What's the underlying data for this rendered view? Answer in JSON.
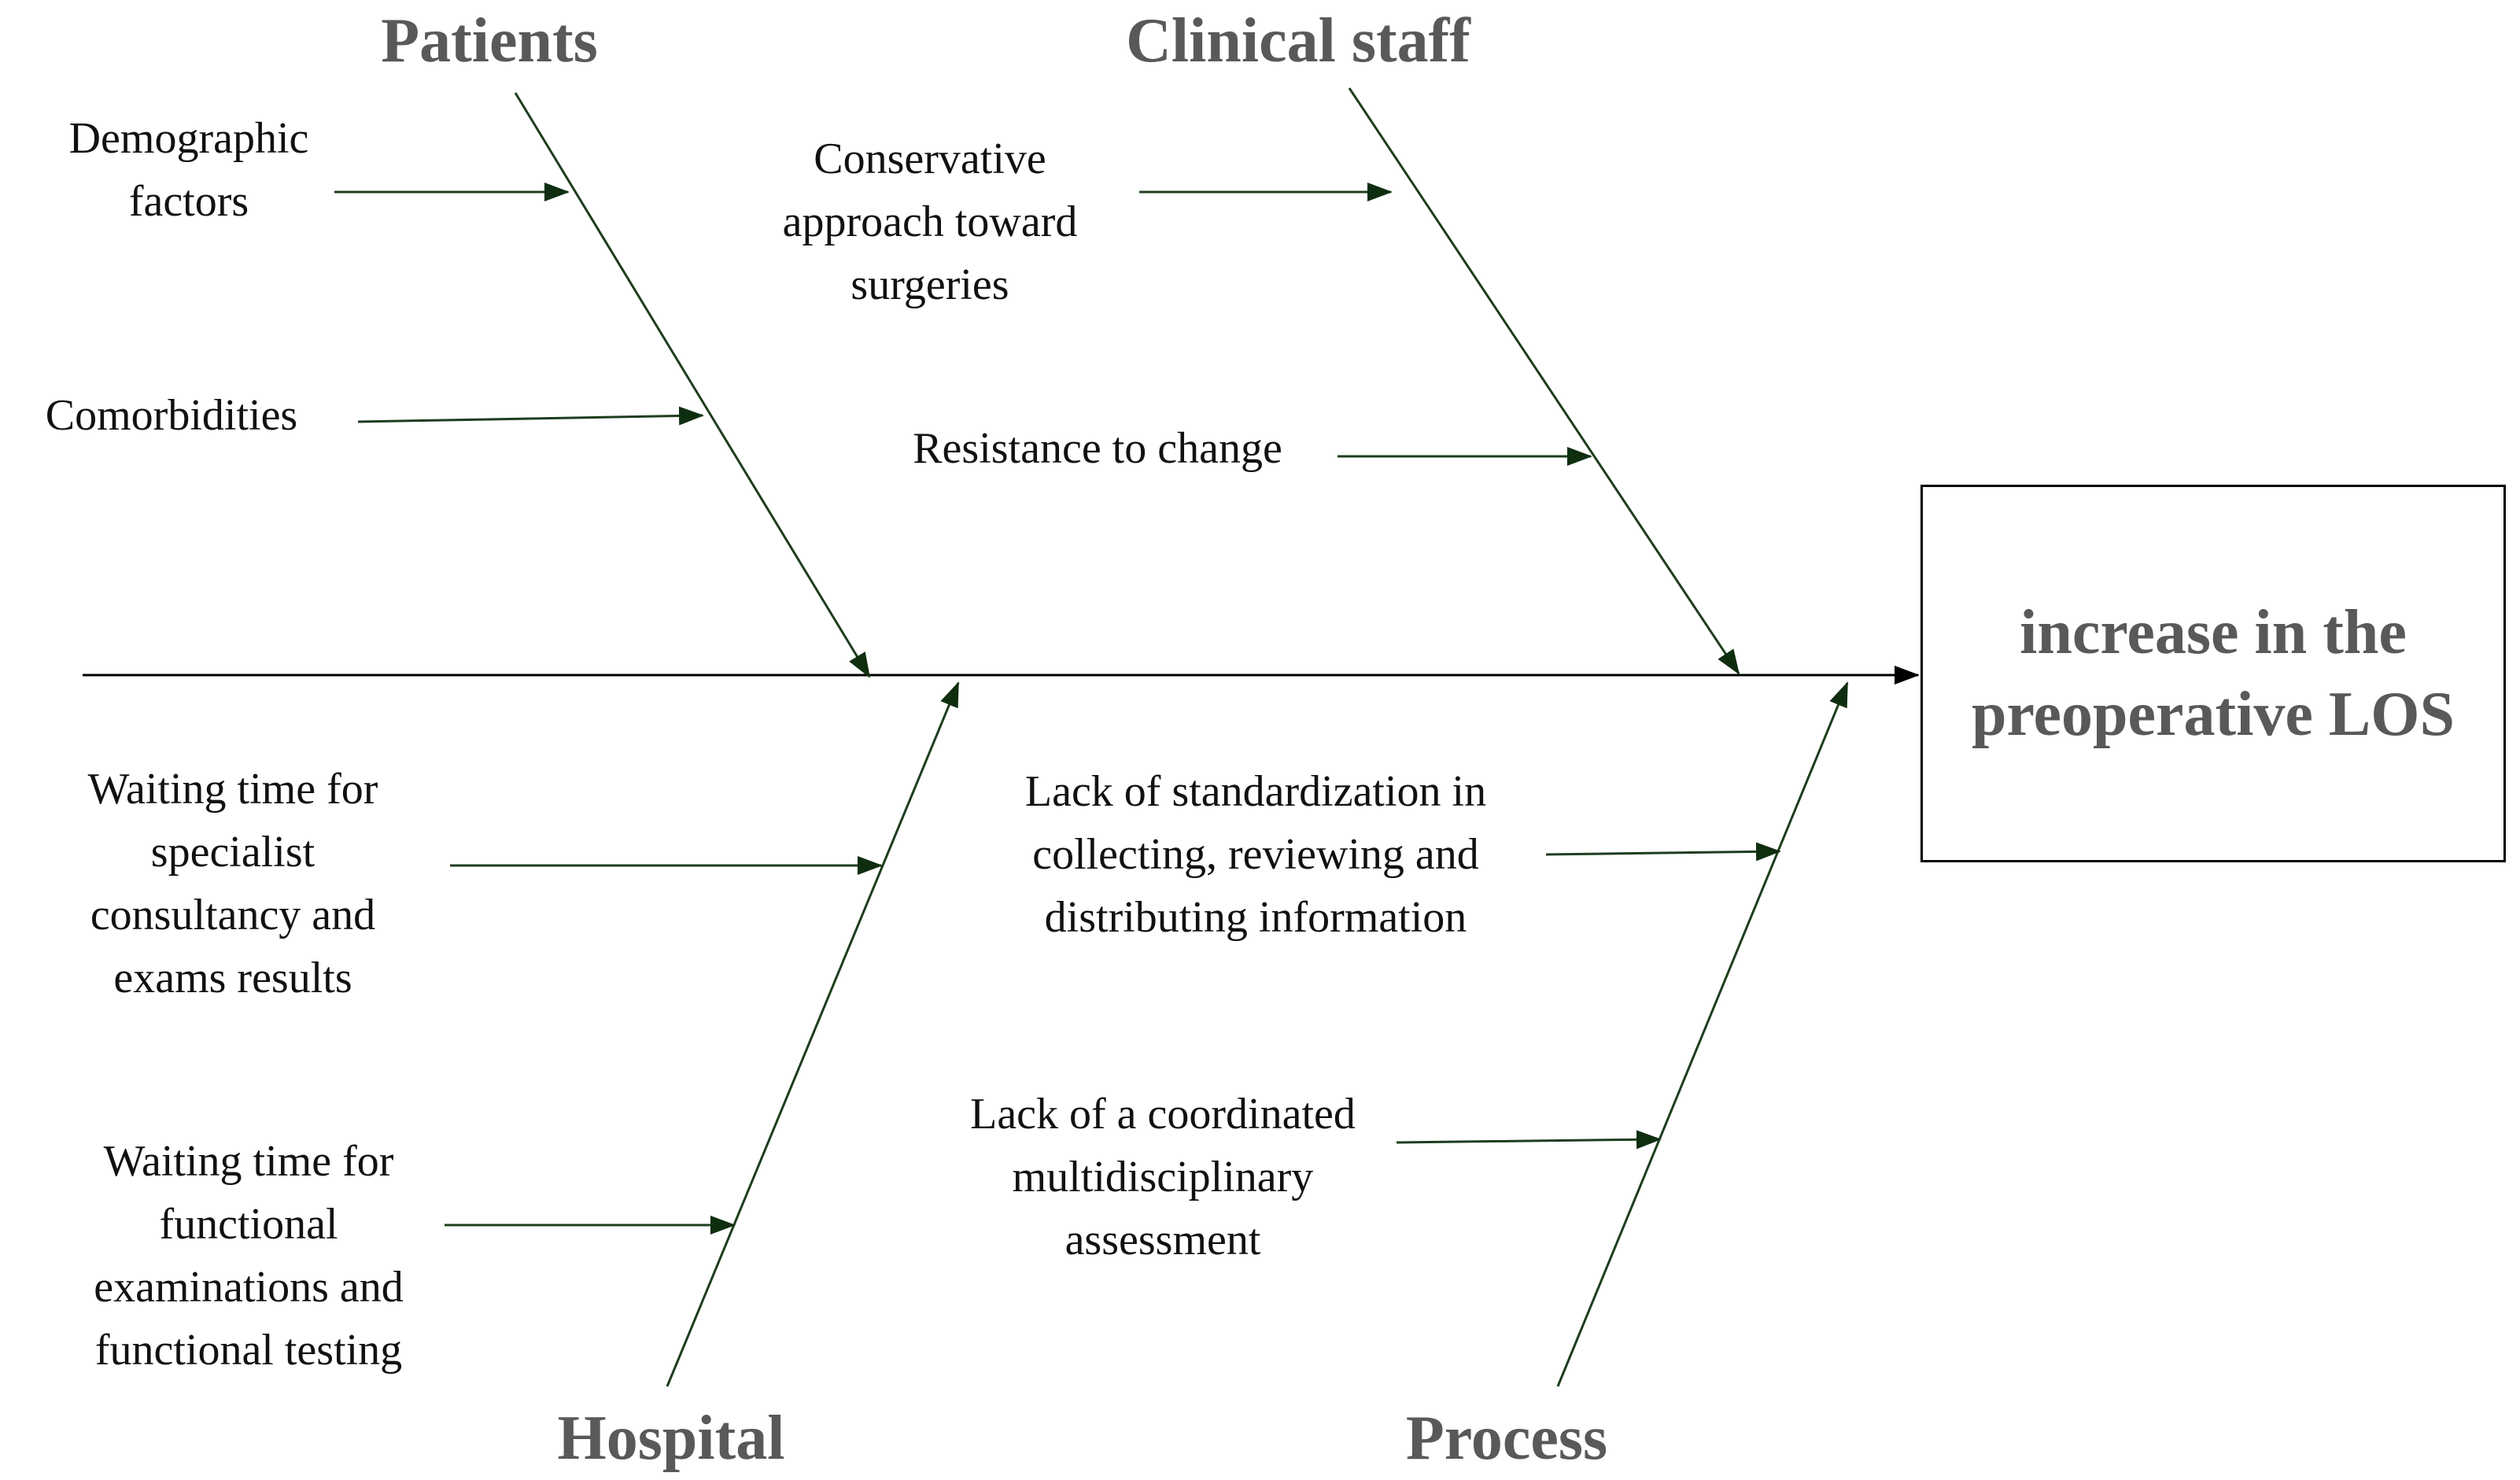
{
  "effect": {
    "lines": [
      "increase in the",
      "preoperative LOS"
    ]
  },
  "categories": {
    "patients": "Patients",
    "clinical_staff": "Clinical staff",
    "hospital": "Hospital",
    "process": "Process"
  },
  "causes": {
    "demographic": [
      "Demographic",
      "factors"
    ],
    "comorbidities": [
      "Comorbidities"
    ],
    "conservative": [
      "Conservative",
      "approach toward",
      "surgeries"
    ],
    "resistance": [
      "Resistance to change"
    ],
    "wait_specialist": [
      "Waiting time for",
      "specialist",
      "consultancy and",
      "exams results"
    ],
    "wait_functional": [
      "Waiting time for",
      "functional",
      "examinations and",
      "functional testing"
    ],
    "standardization": [
      "Lack of standardization in",
      "collecting, reviewing and",
      "distributing information"
    ],
    "coordinated": [
      "Lack of a coordinated",
      "multidisciplinary",
      "assessment"
    ]
  },
  "colors": {
    "spine": "#000000",
    "bone": "#1e3d1e",
    "arrowhead": "#0f2e0f",
    "category": "#595959"
  }
}
